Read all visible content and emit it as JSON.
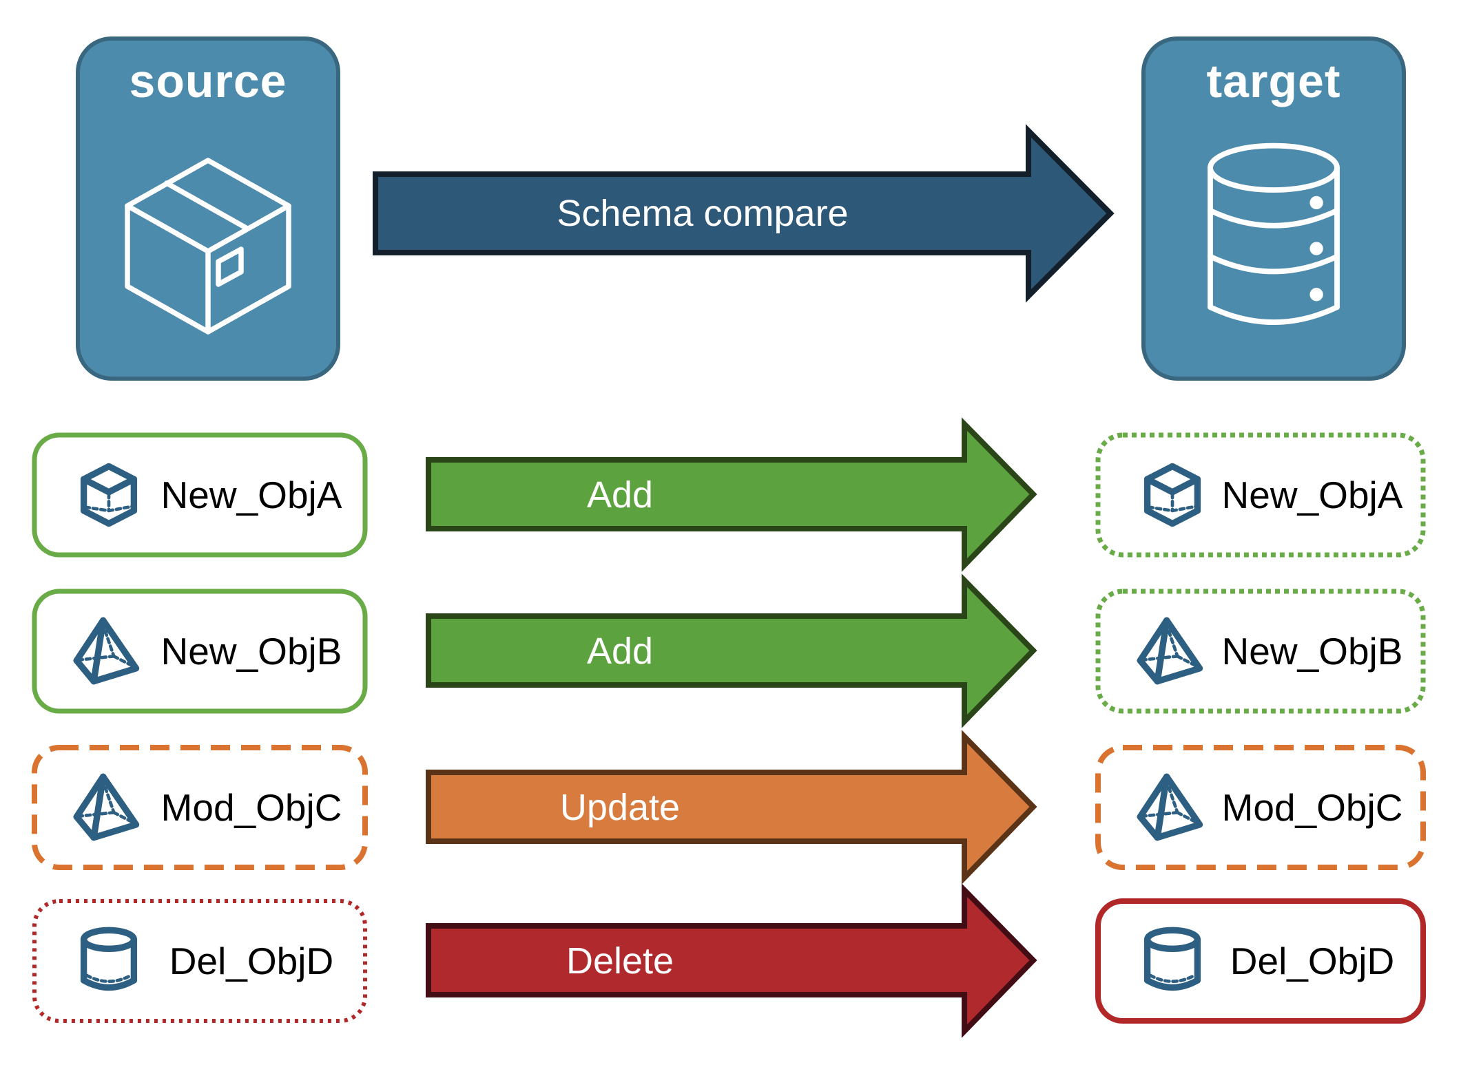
{
  "nodes": {
    "source": {
      "title": "source",
      "icon": "package-icon"
    },
    "target": {
      "title": "target",
      "icon": "database-icon"
    }
  },
  "main_arrow": {
    "label": "Schema compare"
  },
  "rows": [
    {
      "left": {
        "label": "New_ObjA",
        "icon": "cube-icon",
        "border_style": "solid",
        "border_color": "#69AB47"
      },
      "arrow": {
        "label": "Add",
        "fill": "#5CA23E"
      },
      "right": {
        "label": "New_ObjA",
        "icon": "cube-icon",
        "border_style": "dotted",
        "border_color": "#69AB47"
      }
    },
    {
      "left": {
        "label": "New_ObjB",
        "icon": "pyramid-icon",
        "border_style": "solid",
        "border_color": "#69AB47"
      },
      "arrow": {
        "label": "Add",
        "fill": "#5CA23E"
      },
      "right": {
        "label": "New_ObjB",
        "icon": "pyramid-icon",
        "border_style": "dotted",
        "border_color": "#69AB47"
      }
    },
    {
      "left": {
        "label": "Mod_ObjC",
        "icon": "pyramid-icon",
        "border_style": "dashed",
        "border_color": "#D9732F"
      },
      "arrow": {
        "label": "Update",
        "fill": "#D87B3F"
      },
      "right": {
        "label": "Mod_ObjC",
        "icon": "pyramid-icon",
        "border_style": "dashed",
        "border_color": "#D9732F"
      }
    },
    {
      "left": {
        "label": "Del_ObjD",
        "icon": "cylinder-icon",
        "border_style": "dotted",
        "border_color": "#B22829"
      },
      "arrow": {
        "label": "Delete",
        "fill": "#B0292C"
      },
      "right": {
        "label": "Del_ObjD",
        "icon": "cylinder-icon",
        "border_style": "solid",
        "border_color": "#B22829"
      }
    }
  ],
  "colors": {
    "node_fill": "#4C8BAC",
    "node_border": "#38677F",
    "main_arrow_fill": "#2D5877",
    "main_arrow_outline": "#131F2A",
    "add_fill": "#5CA23E",
    "update_fill": "#D87B3F",
    "delete_fill": "#B0292C",
    "green": "#69AB47",
    "orange": "#D9732F",
    "red": "#B22829",
    "icon_blue": "#2D5F82",
    "text": "#000000"
  }
}
